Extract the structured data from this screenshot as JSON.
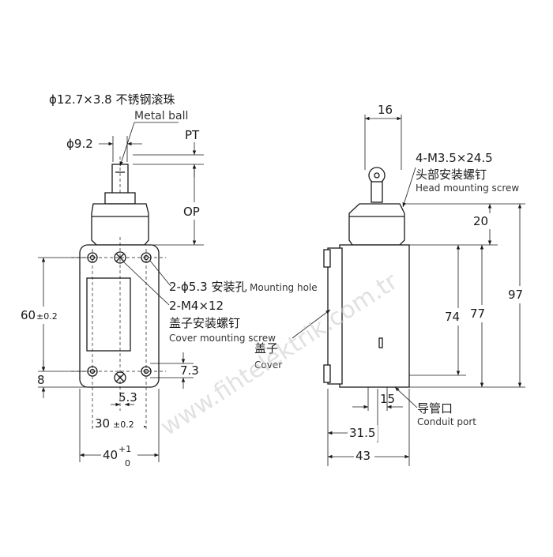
{
  "labels": {
    "metal_ball_dim": "ϕ12.7×3.8 不锈钢滚珠",
    "metal_ball_en": "Metal ball",
    "roller_dia": "ϕ9.2",
    "pt": "PT",
    "op": "OP",
    "mounting_hole": "2-ϕ5.3 安装孔",
    "mounting_hole_en": "Mounting hole",
    "cover_screw": "2-M4×12",
    "cover_screw_cn": "盖子安装螺钉",
    "cover_screw_en": "Cover mounting screw",
    "dim_60": "60",
    "tol_60": "±0.2",
    "dim_8": "8",
    "dim_7_3": "7.3",
    "dim_5_3": "5.3",
    "dim_30": "30",
    "tol_30": "±0.2",
    "dim_40": "40",
    "tol_40_upper": "+1",
    "tol_40_lower": "0",
    "dim_16": "16",
    "head_screw": "4-M3.5×24.5",
    "head_screw_cn": "头部安装螺钉",
    "head_screw_en": "Head mounting screw",
    "dim_20": "20",
    "dim_74": "74",
    "dim_77": "77",
    "dim_97": "97",
    "cover_cn": "盖子",
    "cover_en": "Cover",
    "dim_15": "15",
    "conduit_cn": "导管口",
    "conduit_en": "Conduit port",
    "dim_31_5": "31.5",
    "dim_43": "43",
    "watermark": "www.fihtelektrik.com.tr"
  }
}
